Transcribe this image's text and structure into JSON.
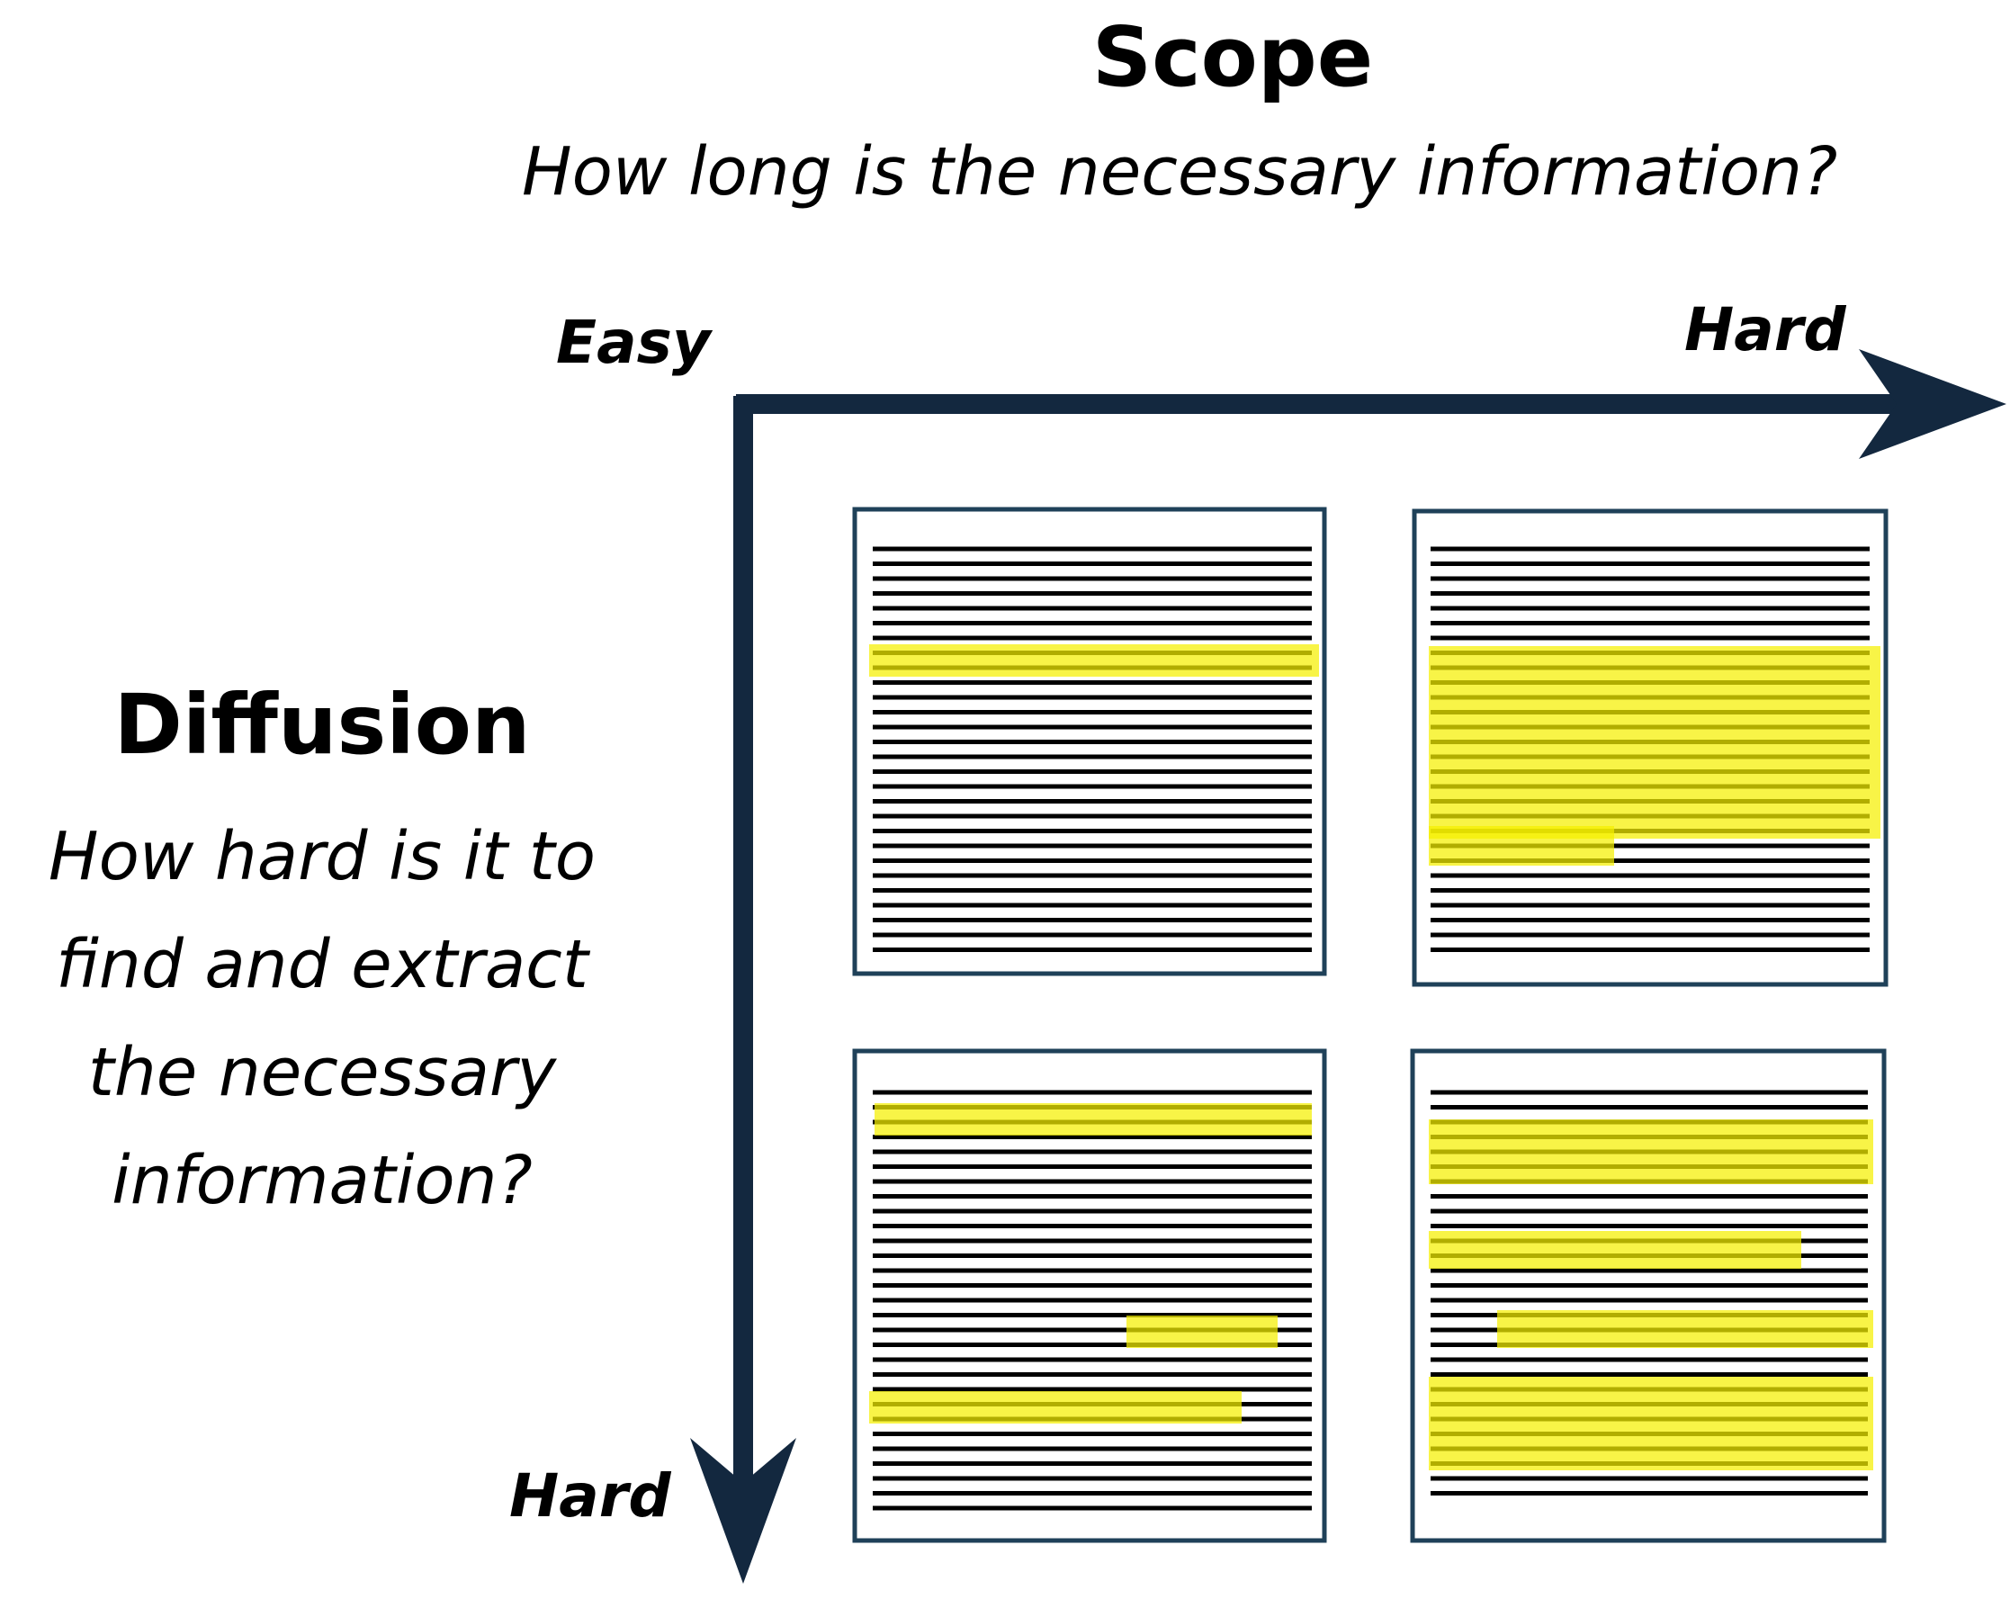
{
  "scope": {
    "title": "Scope",
    "question": "How long is the necessary information?"
  },
  "diffusion": {
    "title": "Diffusion",
    "question": "How hard is it to find and extract the necessary information?"
  },
  "axes": {
    "x_start_label": "Easy",
    "x_end_label": "Hard",
    "y_end_label": "Hard"
  },
  "colors": {
    "axis": "#13283f",
    "panel_border": "#1f4159",
    "text_lines": "#000000",
    "highlight": "#f5f000"
  },
  "panels": [
    {
      "scope": "Easy",
      "diffusion": "Easy",
      "highlight": "one short contiguous span"
    },
    {
      "scope": "Hard",
      "diffusion": "Easy",
      "highlight": "one long contiguous span"
    },
    {
      "scope": "Easy",
      "diffusion": "Hard",
      "highlight": "several short scattered spans"
    },
    {
      "scope": "Hard",
      "diffusion": "Hard",
      "highlight": "several long scattered spans"
    }
  ]
}
